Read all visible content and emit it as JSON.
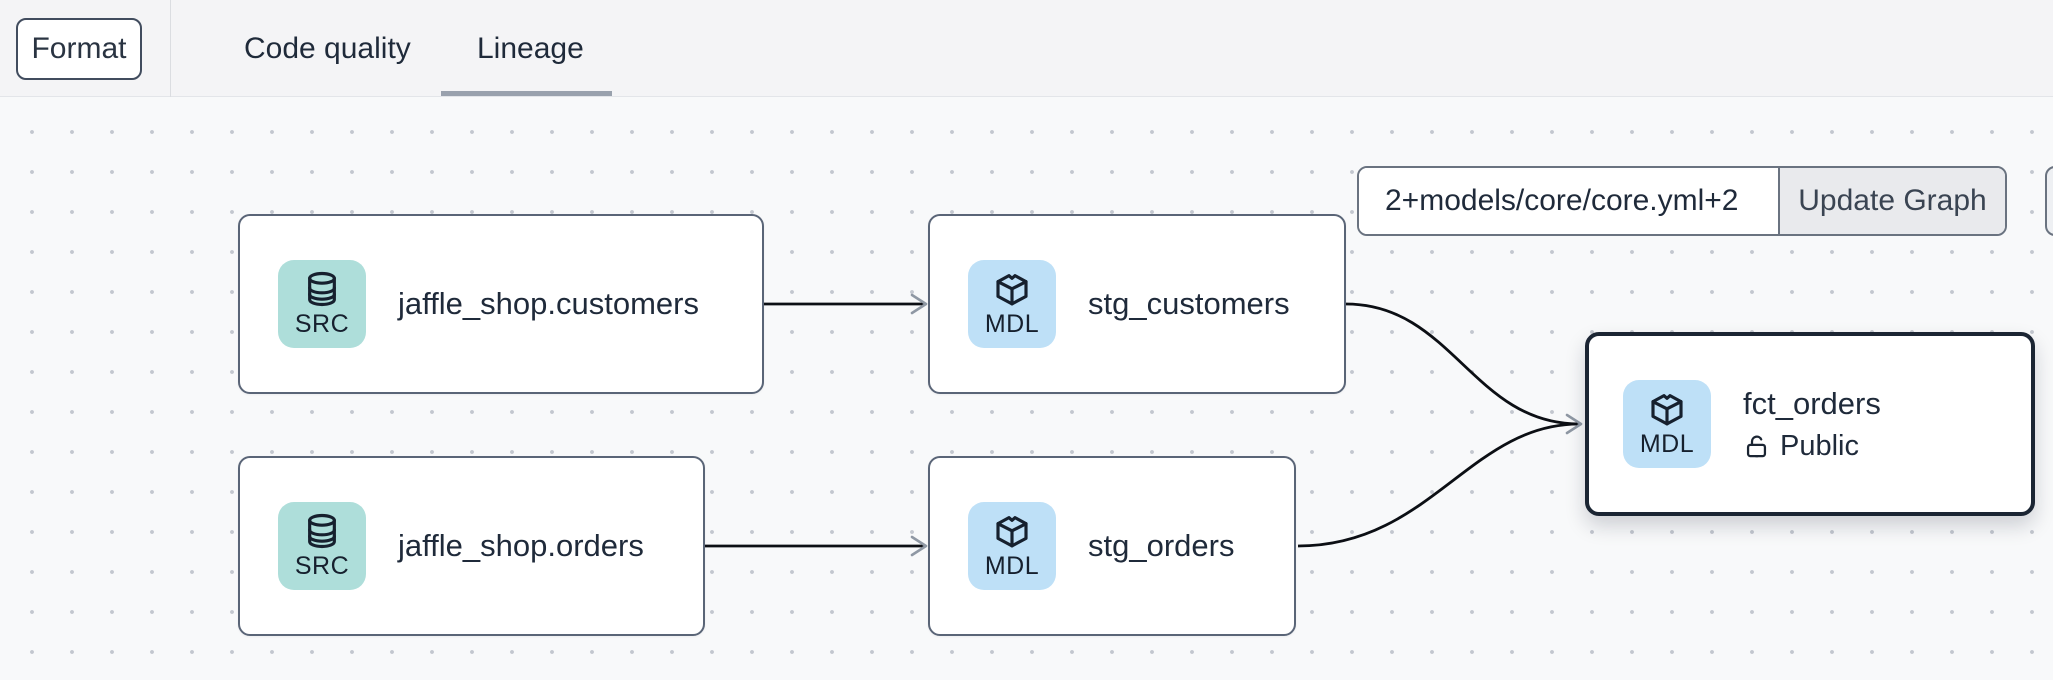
{
  "topbar": {
    "format_button": "Format",
    "tabs": [
      {
        "label": "Code quality",
        "active": false
      },
      {
        "label": "Lineage",
        "active": true
      }
    ]
  },
  "graph_controls": {
    "selector_input_value": "2+models/core/core.yml+2",
    "update_button": "Update Graph"
  },
  "canvas": {
    "nodes": [
      {
        "label": "jaffle_shop.customers",
        "resource_type": "SRC",
        "icon": "database",
        "selected": false
      },
      {
        "label": "stg_customers",
        "resource_type": "MDL",
        "icon": "cube",
        "selected": false
      },
      {
        "label": "jaffle_shop.orders",
        "resource_type": "SRC",
        "icon": "database",
        "selected": false
      },
      {
        "label": "stg_orders",
        "resource_type": "MDL",
        "icon": "cube",
        "selected": false
      },
      {
        "label": "fct_orders",
        "resource_type": "MDL",
        "icon": "cube",
        "selected": true,
        "access": "Public"
      }
    ],
    "edges": [
      {
        "from": "jaffle_shop.customers",
        "to": "stg_customers"
      },
      {
        "from": "jaffle_shop.orders",
        "to": "stg_orders"
      },
      {
        "from": "stg_customers",
        "to": "fct_orders"
      },
      {
        "from": "stg_orders",
        "to": "fct_orders"
      }
    ]
  },
  "colors": {
    "source_badge_bg": "#aededa",
    "model_badge_bg": "#bee0f7",
    "node_border": "#5a6577",
    "selected_node_border": "#1b2533",
    "edge_line": "#0c0f14",
    "arrowhead": "#8f98a4",
    "tab_underline": "#99a1ad",
    "topbar_bg": "#f4f4f6",
    "canvas_bg": "#f8f9fa",
    "update_button_bg": "#e9eaed"
  }
}
